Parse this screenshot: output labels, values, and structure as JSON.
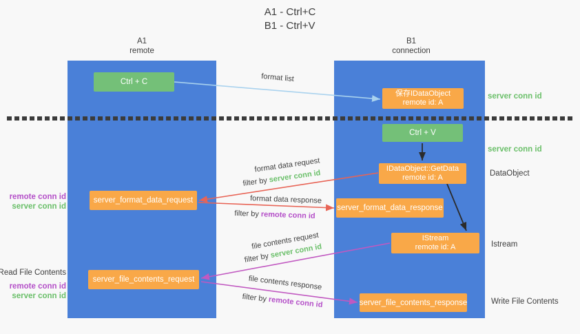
{
  "title": {
    "line1": "A1 - Ctrl+C",
    "line2": "B1 - Ctrl+V"
  },
  "lanes": {
    "a": {
      "name": "A1",
      "subtitle": "remote"
    },
    "b": {
      "name": "B1",
      "subtitle": "connection"
    }
  },
  "nodes": {
    "ctrl_c": {
      "label": "Ctrl + C"
    },
    "save_idataobject": {
      "line1": "保存IDataObject",
      "line2": "remote id: A"
    },
    "ctrl_v": {
      "label": "Ctrl + V"
    },
    "getdata": {
      "line1": "IDataObject::GetData",
      "line2": "remote id: A"
    },
    "format_request": {
      "label": "server_format_data_request"
    },
    "format_response": {
      "label": "server_format_data_response"
    },
    "istream": {
      "line1": "IStream",
      "line2": "remote id: A"
    },
    "file_request": {
      "label": "server_file_contents_request"
    },
    "file_response": {
      "label": "server_file_contents_response"
    }
  },
  "annotations": {
    "server_conn_id_top": "server conn id",
    "server_conn_id_mid": "server conn id",
    "dataobject": "DataObject",
    "istream": "Istream",
    "write_file_contents": "Write File Contents",
    "read_file_contents": "Read File Contents",
    "remote_conn_id_format": "remote conn id",
    "server_conn_id_format": "server conn id",
    "remote_conn_id_file": "remote conn id",
    "server_conn_id_file": "server conn id"
  },
  "arrows": {
    "format_list": "format list",
    "format_data_request": "format data request",
    "format_data_response": "format data response",
    "file_contents_request": "file contents request",
    "file_contents_response": "file contents response",
    "filter_by": "filter by",
    "server_conn_id": "server conn id",
    "remote_conn_id": "remote conn id"
  },
  "colors": {
    "lane_blue": "#4A80D8",
    "node_green": "#74C078",
    "node_orange": "#F9A848",
    "arrow_light_blue": "#A9D2EE",
    "arrow_red": "#E86456",
    "arrow_magenta": "#C159C1",
    "arrow_black": "#2B2B2B",
    "text_green": "#6ABF69",
    "text_purple": "#B44FC8",
    "text_dark": "#3D3D3D"
  }
}
